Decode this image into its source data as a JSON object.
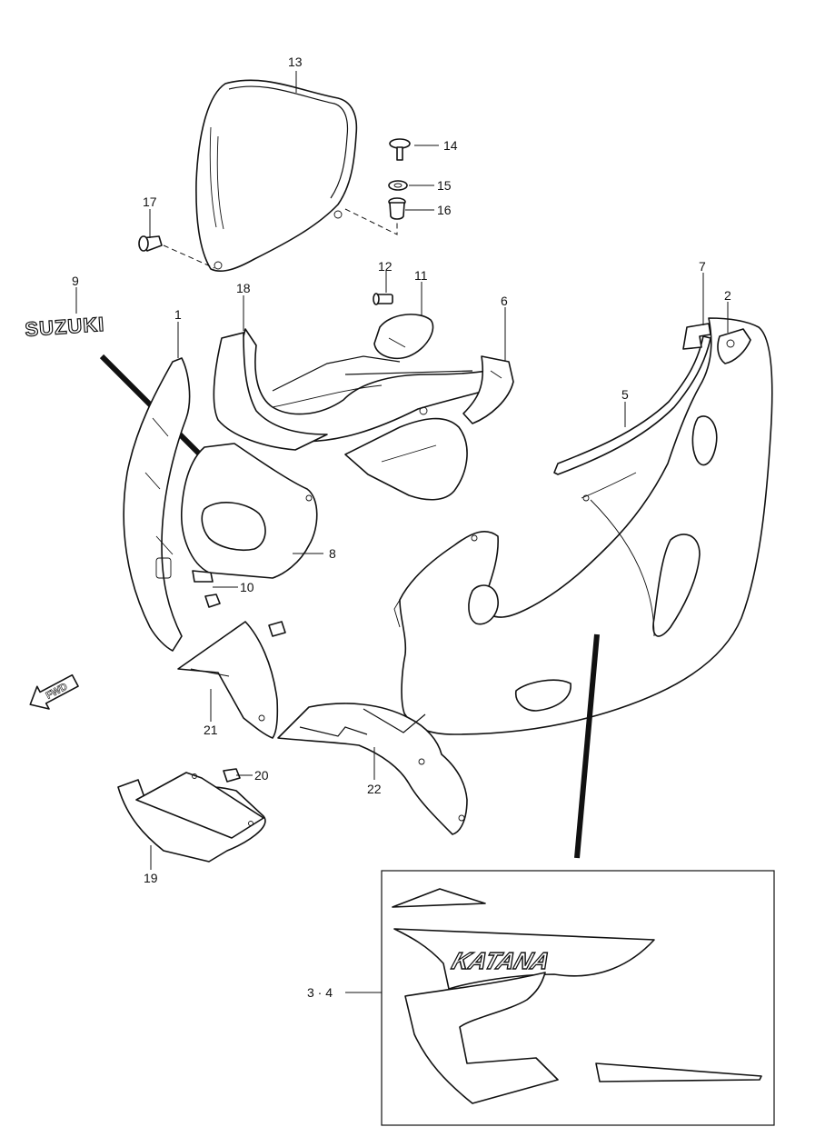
{
  "callouts": {
    "c1": "1",
    "c2": "2",
    "c5": "5",
    "c6": "6",
    "c7": "7",
    "c8": "8",
    "c9": "9",
    "c10": "10",
    "c11": "11",
    "c12": "12",
    "c13": "13",
    "c14": "14",
    "c15": "15",
    "c16": "16",
    "c17": "17",
    "c18": "18",
    "c19": "19",
    "c20": "20",
    "c21": "21",
    "c22": "22",
    "c34": "3 · 4"
  },
  "emblem_text": "SUZUKI",
  "forward_arrow_text": "FWD",
  "decal_text": "KATANA"
}
